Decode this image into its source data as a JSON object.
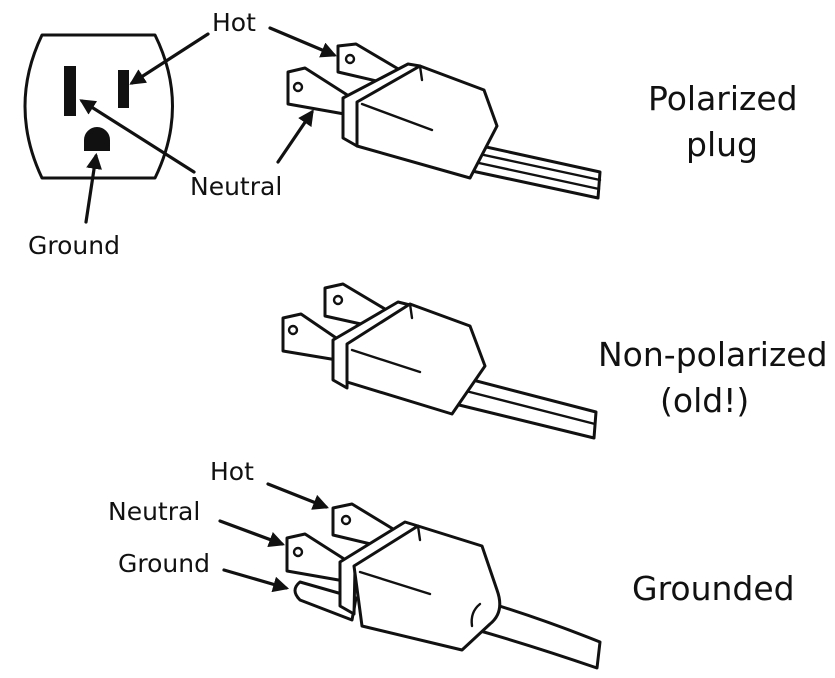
{
  "outlet_labels": {
    "hot": "Hot",
    "neutral": "Neutral",
    "ground": "Ground"
  },
  "polarized_title": [
    "Polarized",
    "plug"
  ],
  "non_polarized_title": [
    "Non-polarized",
    "(old!)"
  ],
  "grounded_title": "Grounded",
  "grounded_labels": {
    "hot": "Hot",
    "neutral": "Neutral",
    "ground": "Ground"
  },
  "colors": {
    "ink": "#111111",
    "background": "#ffffff"
  }
}
